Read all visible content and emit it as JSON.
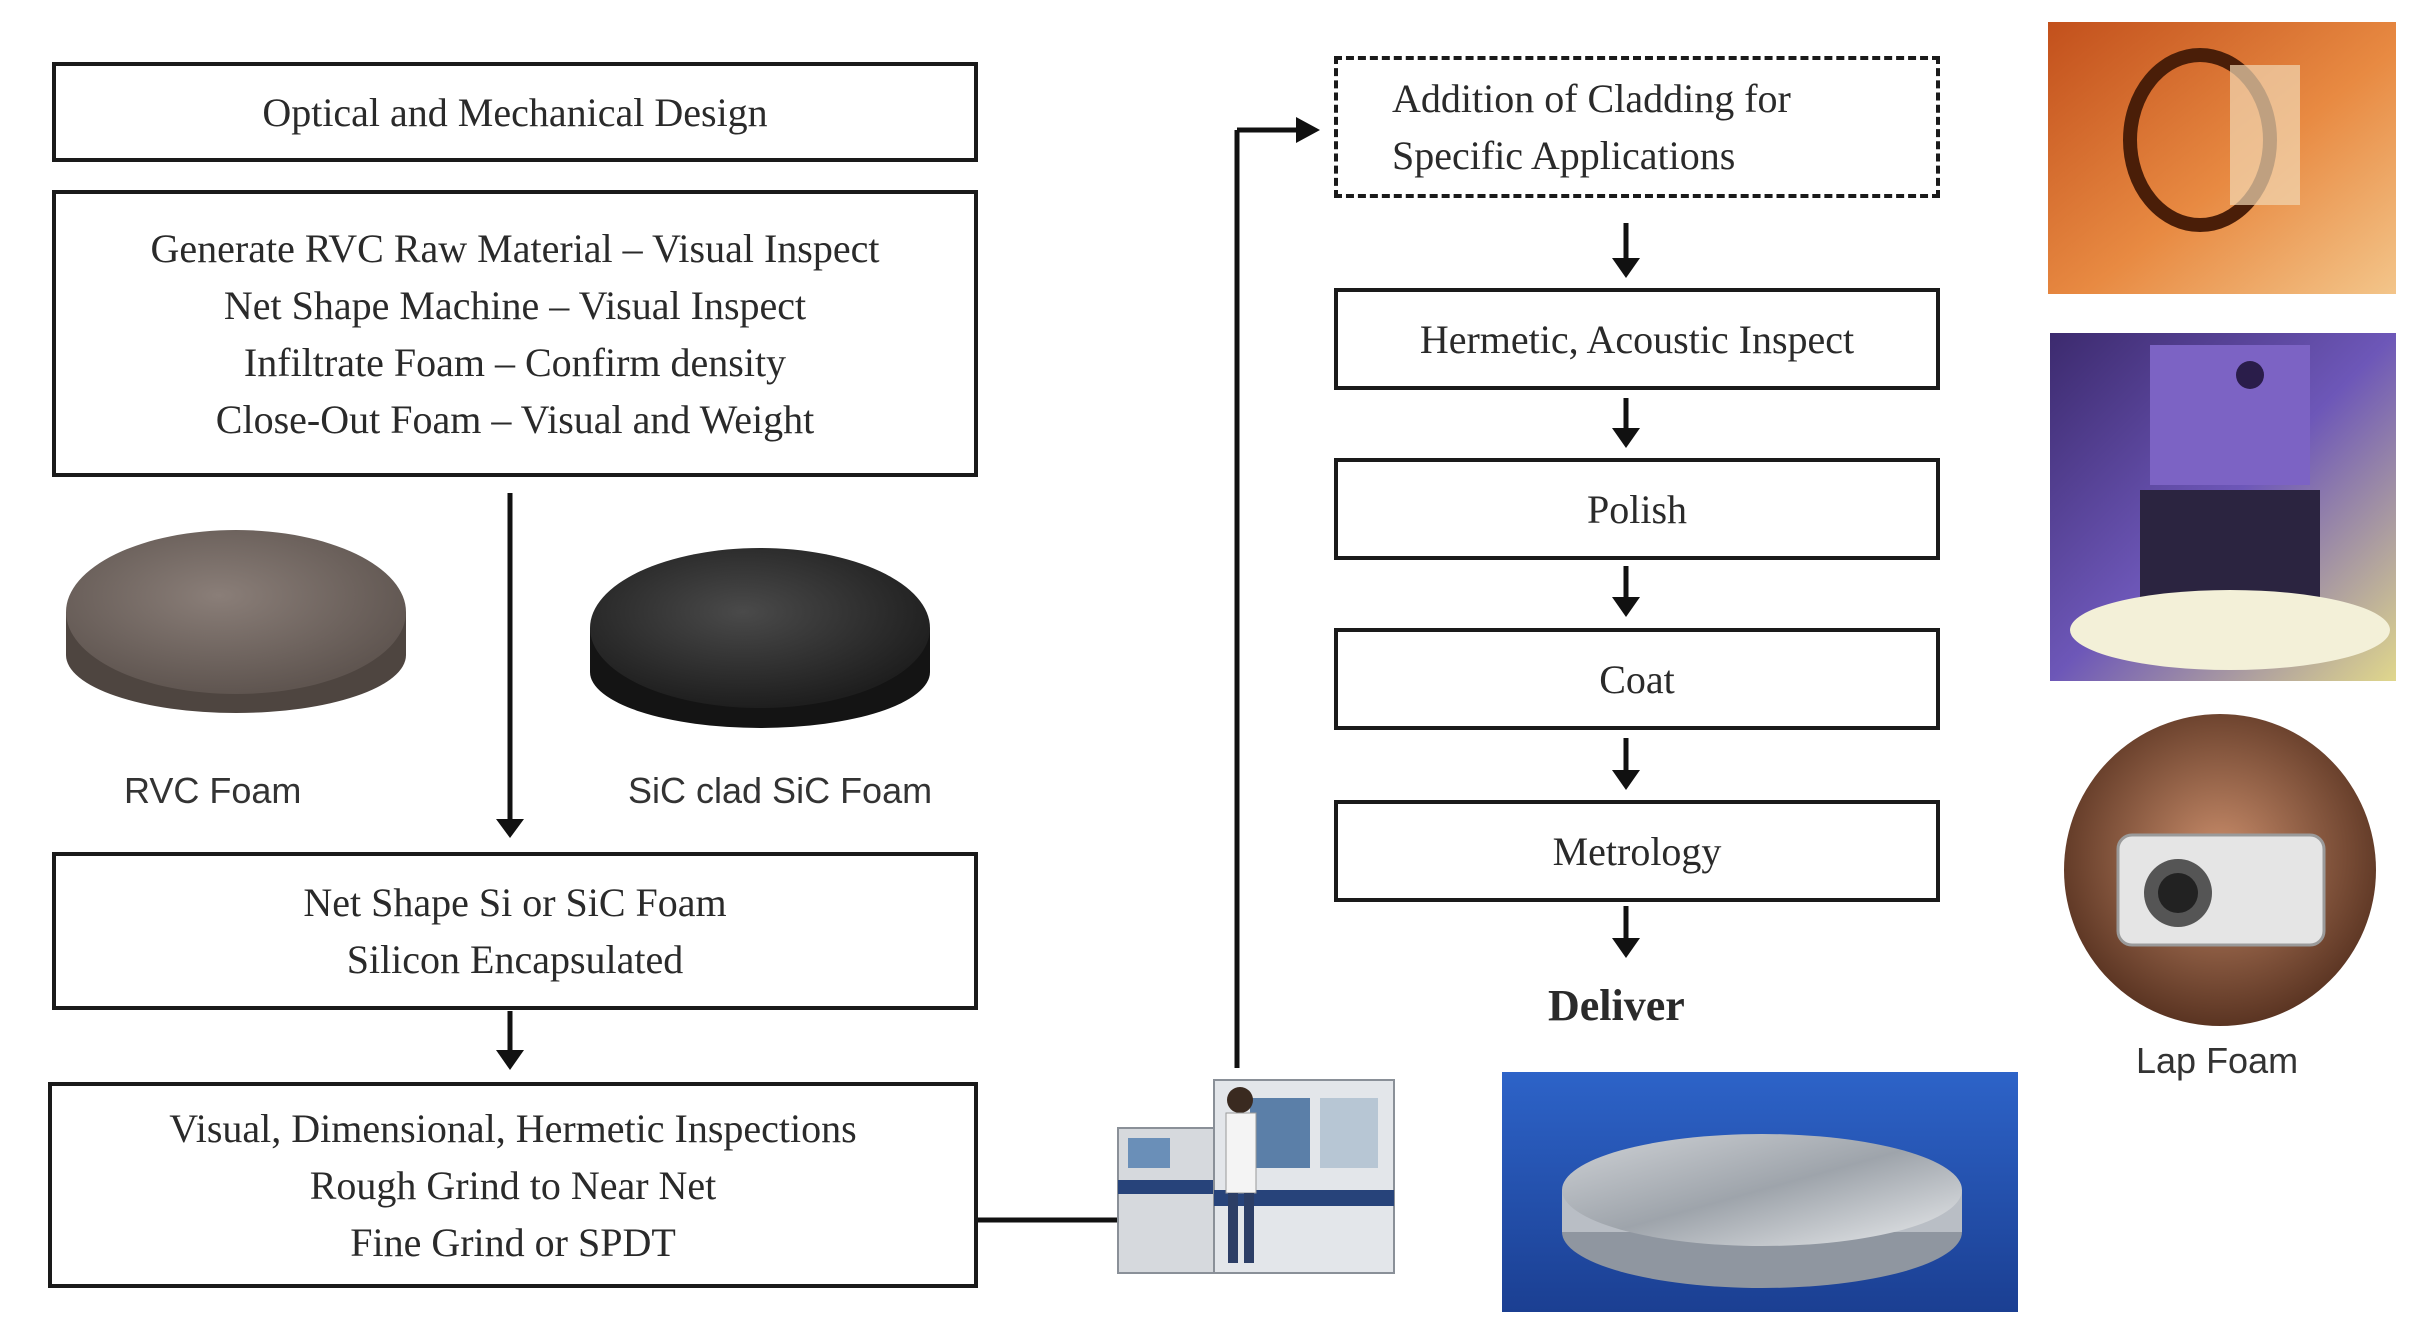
{
  "left_flow": {
    "design": "Optical and Mechanical Design",
    "generate_lines": [
      "Generate RVC Raw Material – Visual Inspect",
      "Net Shape Machine – Visual Inspect",
      "Infiltrate Foam – Confirm density",
      "Close-Out Foam – Visual and Weight"
    ],
    "net_shape_lines": [
      "Net Shape Si or SiC Foam",
      "Silicon Encapsulated"
    ],
    "inspection_lines": [
      "Visual, Dimensional, Hermetic Inspections",
      "Rough Grind to Near Net",
      "Fine Grind or SPDT"
    ]
  },
  "right_flow": {
    "cladding_lines": [
      "Addition of Cladding for",
      "Specific Applications"
    ],
    "hermetic": "Hermetic, Acoustic Inspect",
    "polish": "Polish",
    "coat": "Coat",
    "metrology": "Metrology",
    "deliver": "Deliver"
  },
  "captions": {
    "rvc_foam": "RVC Foam",
    "sic_foam": "SiC clad SiC Foam",
    "lap_foam": "Lap Foam"
  }
}
